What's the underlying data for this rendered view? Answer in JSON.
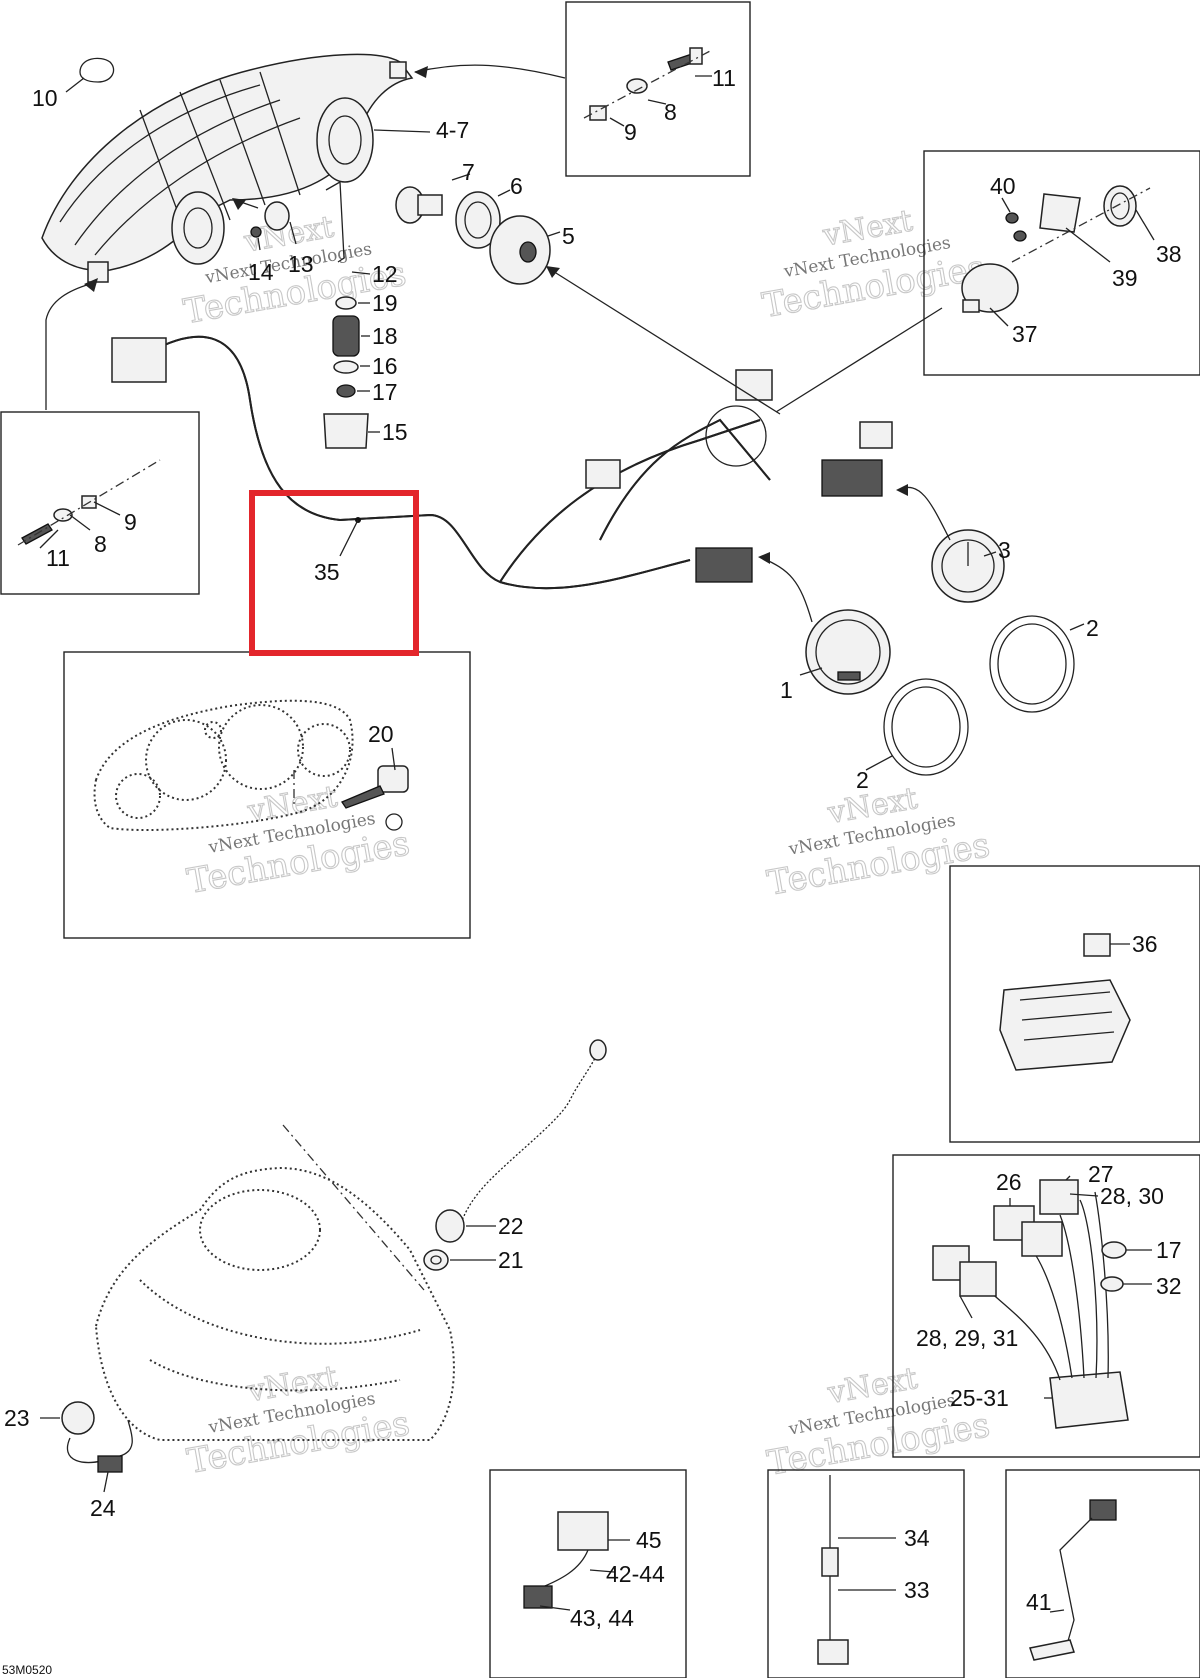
{
  "diagram": {
    "code": "53M0520",
    "watermark": {
      "line1": "vNext",
      "line2": "vNext Technologies",
      "line3": "Technologies"
    },
    "highlight_color": "#e3262b",
    "highlighted_part": "35",
    "callouts": {
      "c1": "1",
      "c2a": "2",
      "c2b": "2",
      "c3": "3",
      "c4_7": "4-7",
      "c5": "5",
      "c6": "6",
      "c7": "7",
      "c8a": "8",
      "c8b": "8",
      "c9a": "9",
      "c9b": "9",
      "c10": "10",
      "c11a": "11",
      "c11b": "11",
      "c12": "12",
      "c13": "13",
      "c14": "14",
      "c15": "15",
      "c16": "16",
      "c17a": "17",
      "c17b": "17",
      "c18": "18",
      "c19": "19",
      "c20": "20",
      "c21": "21",
      "c22": "22",
      "c23": "23",
      "c24": "24",
      "c25_31": "25-31",
      "c26": "26",
      "c27": "27",
      "c28_29_31": "28, 29, 31",
      "c28_30": "28, 30",
      "c32": "32",
      "c33": "33",
      "c34": "34",
      "c35": "35",
      "c36": "36",
      "c37": "37",
      "c38": "38",
      "c39": "39",
      "c40": "40",
      "c41": "41",
      "c42_44": "42-44",
      "c43_44": "43, 44",
      "c45": "45"
    }
  }
}
